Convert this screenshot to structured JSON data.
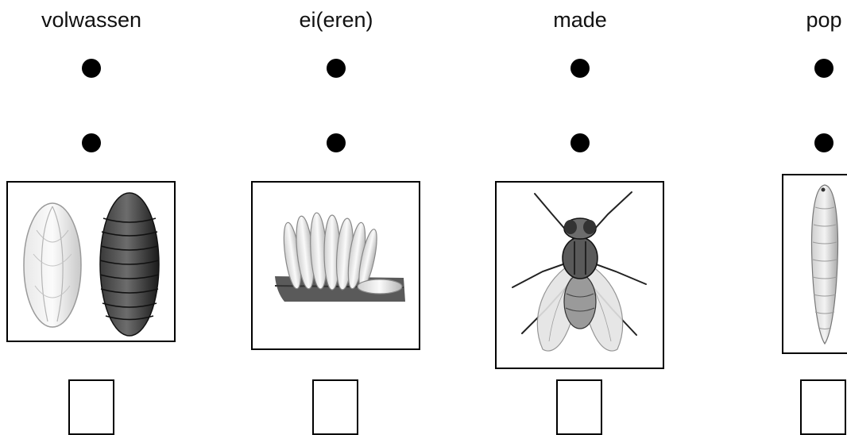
{
  "columns": [
    {
      "label": "volwassen",
      "image": "pupa-illustration"
    },
    {
      "label": "ei(eren)",
      "image": "eggs-illustration"
    },
    {
      "label": "made",
      "image": "housefly-illustration"
    },
    {
      "label": "pop",
      "image": "larva-illustration"
    }
  ],
  "colors": {
    "ink": "#000000",
    "background": "#ffffff"
  }
}
